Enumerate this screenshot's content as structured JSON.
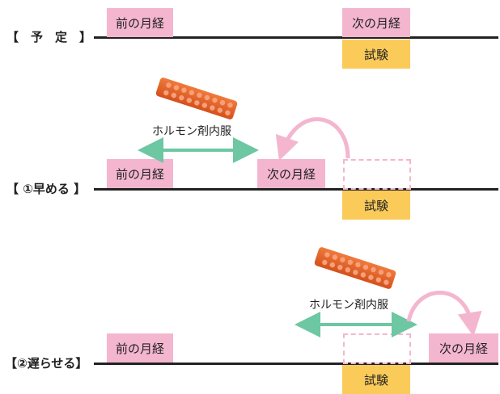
{
  "rows": [
    {
      "label": "【　予　定　】",
      "prev_period": "前の月経",
      "next_period": "次の月経",
      "exam": "試験"
    },
    {
      "label": "【 ①早める 】",
      "pill_caption": "ホルモン剤内服",
      "prev_period": "前の月経",
      "next_period": "次の月経",
      "exam": "試験"
    },
    {
      "label": "【②遅らせる】",
      "pill_caption": "ホルモン剤内服",
      "prev_period": "前の月経",
      "next_period": "次の月経",
      "exam": "試験"
    }
  ],
  "colors": {
    "period": "#f4b6cf",
    "exam": "#fbcb5a",
    "arrow_green": "#6cc7a2",
    "arrow_pink": "#f4b6cf",
    "pill": "#e8622a"
  }
}
